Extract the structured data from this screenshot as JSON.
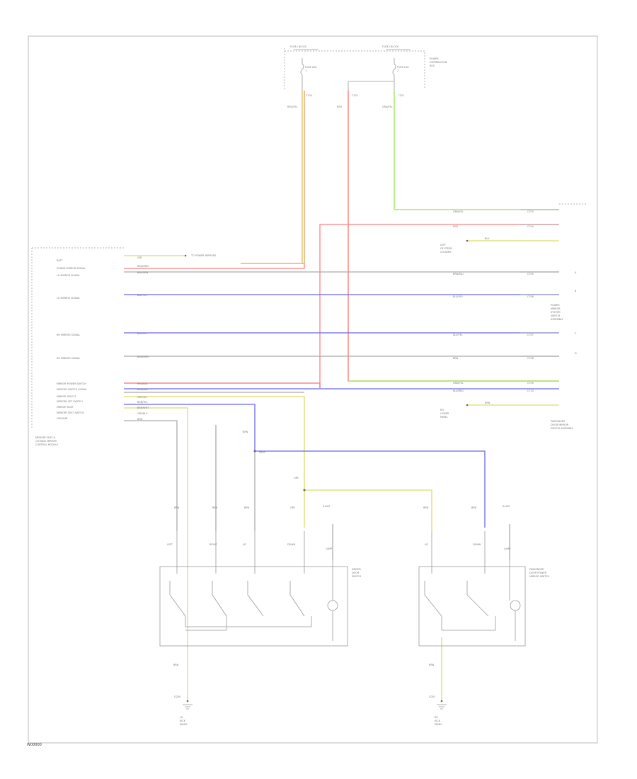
{
  "diagram": {
    "figure_ref": "W00000",
    "fuse_boxes": [
      {
        "header": "FUSE / BLOCK",
        "fuse": "FUSE 20A"
      },
      {
        "header": "FUSE / BLOCK",
        "fuse": "FUSE 15A"
      }
    ],
    "fuse_panel": [
      "POWER",
      "DISTRIBUTION",
      "BOX"
    ],
    "fuse_wires": [
      {
        "color": "RED/YEL",
        "id": "1"
      },
      {
        "color": "RED",
        "id": "2"
      },
      {
        "color": "GRN/YEL",
        "id": "3"
      }
    ],
    "module": [
      "MEMORY SEAT &",
      "OUTSIDE MIRROR",
      "CONTROL MODULE"
    ],
    "module_pins": [
      "BATT",
      "POWER MIRROR SIGNAL",
      "LH MIRROR SIGNAL",
      "LH MIRROR SIGNAL",
      "RH MIRROR SIGNAL",
      "RH MIRROR SIGNAL",
      "MIRROR POWER SWITCH",
      "MEMORY SWITCH SIGNAL",
      "MIRROR SELECT",
      "MEMORY SET SWITCH",
      "MIRROR HEAT",
      "MEMORY SEAT SWITCH",
      "GROUND"
    ],
    "wire_colors": [
      "GRY",
      "RED/GRN",
      "BLU/GRN",
      "BLU/YEL",
      "BLU/VIO",
      "BRN/GRN",
      "RED/BLK",
      "BRN/BLU",
      "GRY/YEL",
      "BRN/YEL",
      "BRN/WHT",
      "GRY/BLU",
      "BRN"
    ],
    "right_wire_colors": [
      "GRN/YEL",
      "RED",
      "BLK",
      "BRN/BLU",
      "BLU/VIO",
      "BLU/YEL",
      "BRN",
      "GRN/YEL",
      "BLU/RED",
      "BRN",
      "BRN"
    ],
    "right_connectors": [
      "C700",
      "C701",
      "C702",
      "C703",
      "C704",
      "C705",
      "C706",
      "C707",
      "C708",
      "C709",
      "C710"
    ],
    "side_pins": [
      "A",
      "B",
      "C",
      "D"
    ],
    "mirror_note": "TO POWER MIRRORS",
    "ground_lh": [
      "LH",
      "KICK",
      "PANEL"
    ],
    "ground_rh": [
      "RH",
      "KICK",
      "PANEL"
    ],
    "grounds": [
      "G200",
      "G201"
    ],
    "lh_ground_text": [
      "LEFT",
      "OF STEER",
      "COLUMN"
    ],
    "rh_ground_text": [
      "RH",
      "LOWER",
      "PANEL"
    ],
    "lh_switch_name": [
      "DRIVER",
      "DOOR",
      "SWITCH"
    ],
    "rh_switch_name": [
      "PASSENGER",
      "DOOR POWER",
      "MIRROR SWITCH"
    ],
    "rh_system_name": [
      "POWER",
      "MIRROR",
      "SYSTEM",
      "SWITCH",
      "ASSEMBLY"
    ],
    "door_switch_name": [
      "PASSENGER",
      "DOOR MIRROR",
      "SWITCH ASSEMBLY"
    ],
    "illum_label": "ILLUM",
    "lamp_label": "LAMP",
    "splice": "S200",
    "switch_wires": [
      "BRN",
      "BRN",
      "BRN",
      "GRY",
      "BRN",
      "GRY",
      "BRN"
    ],
    "switch_labels": [
      "LEFT",
      "RIGHT",
      "UP",
      "DOWN"
    ],
    "gnd_wire": "BRN",
    "gnd_wire_2": "BRN",
    "fuse_ids": [
      "1",
      "2"
    ]
  }
}
